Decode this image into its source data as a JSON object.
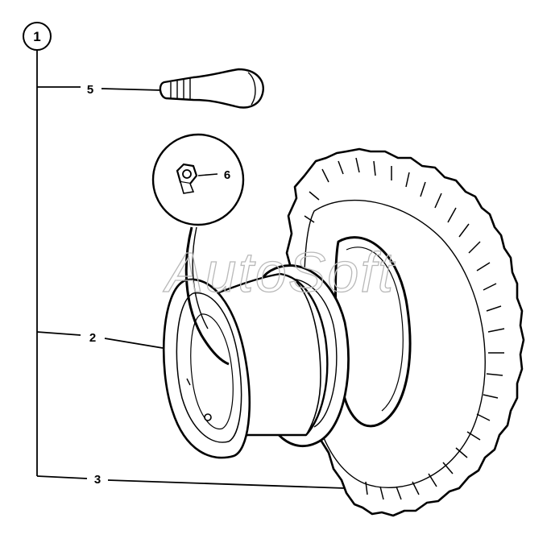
{
  "diagram": {
    "main_callout": "1",
    "parts": [
      {
        "id": "valve-stem",
        "label": "5"
      },
      {
        "id": "nut",
        "label": "6"
      },
      {
        "id": "wheel-rim",
        "label": "2"
      },
      {
        "id": "tire",
        "label": "3"
      }
    ],
    "watermark": "AutoSoft"
  }
}
